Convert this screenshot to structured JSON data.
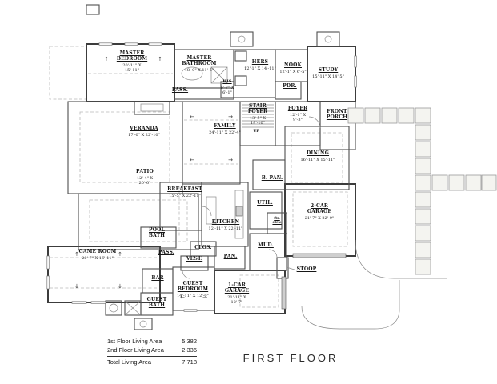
{
  "title": "FIRST FLOOR",
  "area_table": {
    "rows": [
      {
        "label": "1st Floor Living Area",
        "value": "5,382"
      },
      {
        "label": "2nd Floor Living Area",
        "value": "2,336"
      },
      {
        "label": "Total Living Area",
        "value": "7,718"
      }
    ]
  },
  "icons": {
    "up_arrow": "↑",
    "down_arrow": "↓",
    "left_arrow": "←",
    "right_arrow": "→"
  },
  "misc": {
    "up": "UP"
  },
  "rooms": {
    "master_bedroom": {
      "name": "MASTER BEDROOM",
      "dims": "20'-11\" X 15'-11\""
    },
    "master_bathroom": {
      "name": "MASTER BATHROOM",
      "dims": "18'-0\" X 11'-5\""
    },
    "pass_master": {
      "name": "PASS."
    },
    "his": {
      "name": "HIS",
      "dims": "6'-7\" X 6'-1\""
    },
    "hers": {
      "name": "HERS",
      "dims": "12'-1\" X 14'-11\""
    },
    "nook": {
      "name": "NOOK",
      "dims": "12'-1\" X 6'-5\""
    },
    "pdr": {
      "name": "PDR."
    },
    "study": {
      "name": "STUDY",
      "dims": "15'-11\" X 14'-5\""
    },
    "stair_foyer": {
      "name": "STAIR FOYER",
      "dims": "13'-5\" X 19'-10\""
    },
    "foyer": {
      "name": "FOYER",
      "dims": "12'-1\" X 9'-3\""
    },
    "front_porch": {
      "name": "FRONT PORCH"
    },
    "veranda": {
      "name": "VERANDA",
      "dims": "17'-0\" X 22'-10\""
    },
    "family": {
      "name": "FAMILY",
      "dims": "24'-11\" X 22'-4\""
    },
    "patio": {
      "name": "PATIO",
      "dims": "12'-4\" X 20'-0\""
    },
    "breakfast": {
      "name": "BREAKFAST",
      "dims": "15'-5\" X 22'-11\""
    },
    "dining": {
      "name": "DINING",
      "dims": "16'-11\" X 15'-11\""
    },
    "b_pan": {
      "name": "B. PAN."
    },
    "kitchen": {
      "name": "KITCHEN",
      "dims": "12'-11\" X 22'-11\""
    },
    "util": {
      "name": "UTIL."
    },
    "ftr_elev": {
      "name": "ftr. elev."
    },
    "two_car_garage": {
      "name": "2-CAR GARAGE",
      "dims": "21'-7\" X 22'-9\""
    },
    "mud": {
      "name": "MUD."
    },
    "pan": {
      "name": "PAN."
    },
    "stoop": {
      "name": "STOOP"
    },
    "game_room": {
      "name": "GAME ROOM",
      "dims": "26'-7\" X 16'-11\""
    },
    "pool_bath": {
      "name": "POOL BATH"
    },
    "pass_lower": {
      "name": "PASS."
    },
    "bar": {
      "name": "BAR"
    },
    "clos": {
      "name": "CLOS."
    },
    "vest": {
      "name": "VEST."
    },
    "guest_bedroom": {
      "name": "GUEST BEDROOM",
      "dims": "14'-11\" X 12'-0\""
    },
    "guest_bath": {
      "name": "GUEST BATH"
    },
    "one_car_garage": {
      "name": "1-CAR GARAGE",
      "dims": "21'-11\" X 12'-7\""
    }
  }
}
